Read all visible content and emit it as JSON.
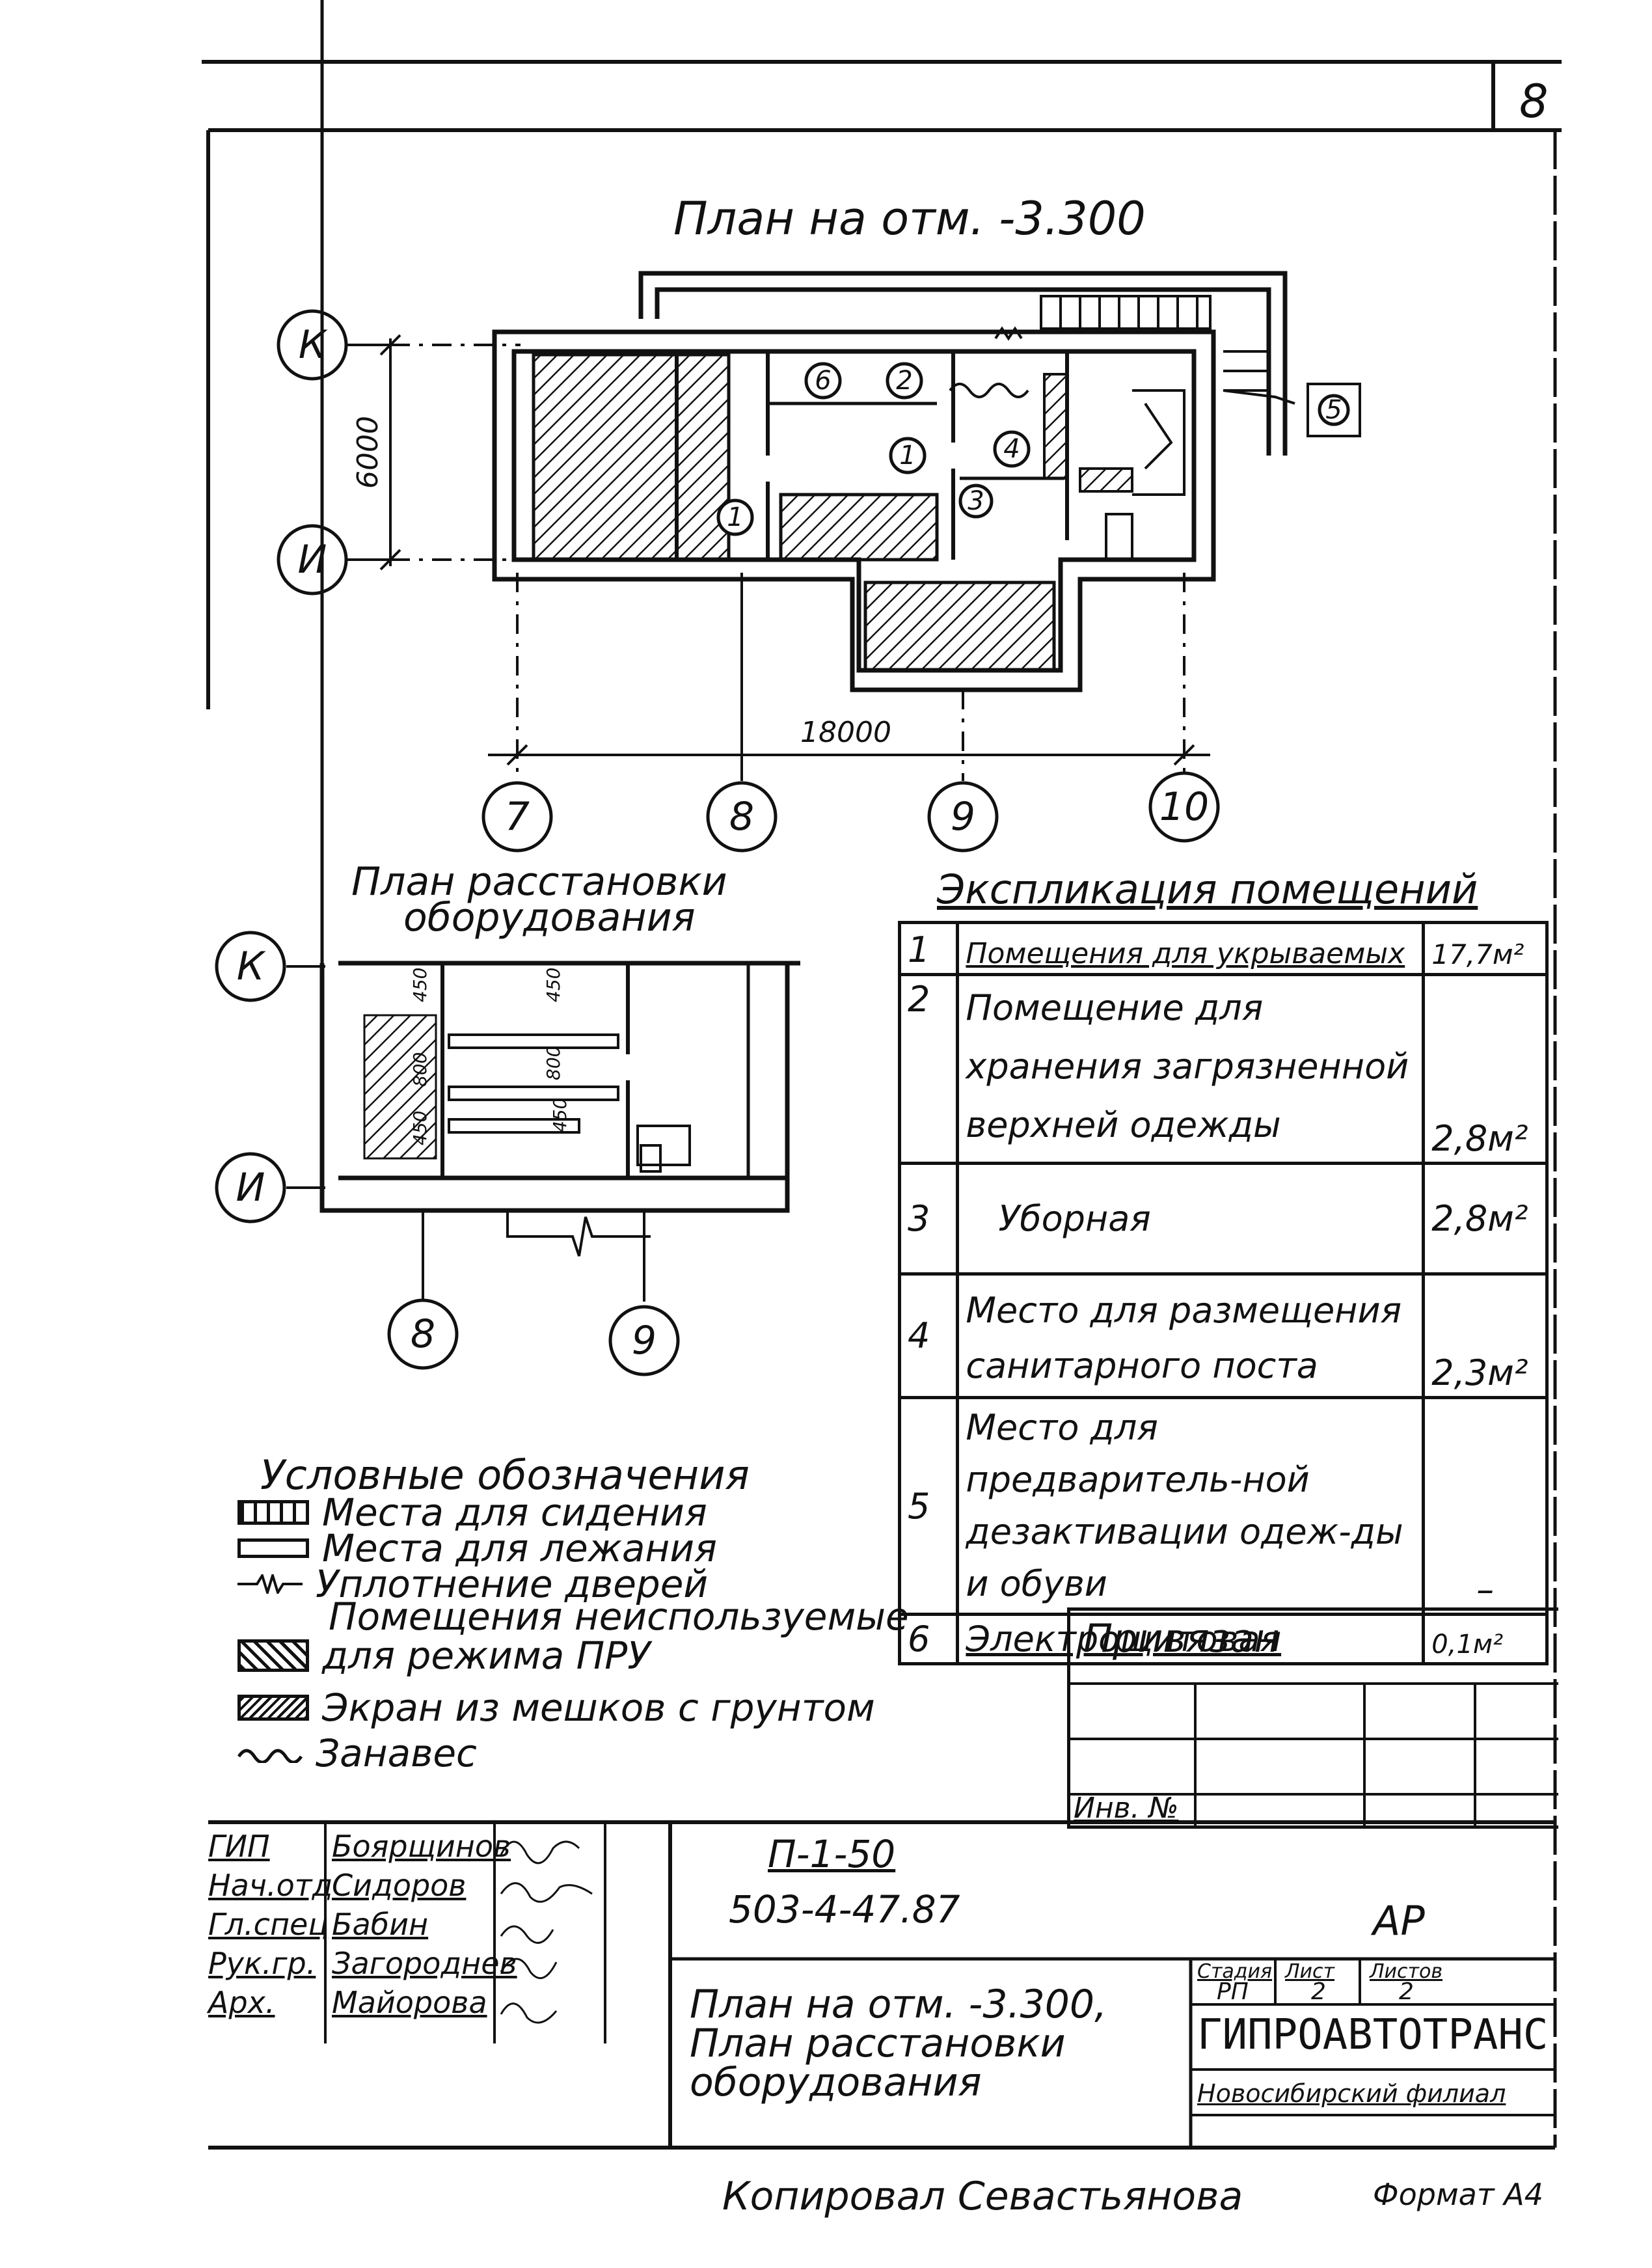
{
  "sheet": {
    "page_number": "8",
    "copied_by": "Копировал Севастьянова",
    "format": "Формат А4"
  },
  "plan": {
    "title": "План на отм. -3.300",
    "dimension_vertical": "6000",
    "dimension_horizontal": "18000",
    "axis_rows": [
      "К",
      "И"
    ],
    "axis_columns": [
      "7",
      "8",
      "9",
      "10"
    ],
    "room_numbers": [
      "6",
      "2",
      "1",
      "4",
      "3",
      "1",
      "5"
    ]
  },
  "equipment_plan": {
    "title_line1": "План расстановки",
    "title_line2": "оборудования",
    "axis_rows": [
      "К",
      "И"
    ],
    "axis_columns": [
      "8",
      "9"
    ],
    "dims": [
      "450",
      "450",
      "800",
      "450",
      "450",
      "800"
    ]
  },
  "explication": {
    "title": "Экспликация помещений",
    "rows": [
      {
        "no": "1",
        "name": "Помещения для укрываемых",
        "area": "17,7м²"
      },
      {
        "no": "2",
        "name": "Помещение для хранения загрязненной верхней одежды",
        "area": "2,8м²"
      },
      {
        "no": "3",
        "name": "Уборная",
        "area": "2,8м²"
      },
      {
        "no": "4",
        "name": "Место для размещения санитарного поста",
        "area": "2,3м²"
      },
      {
        "no": "5",
        "name": "Место для предваритель-ной дезактивации одеж-ды и обуви",
        "area": "–"
      },
      {
        "no": "6",
        "name": "Электрощитовая",
        "area": "0,1м²"
      }
    ]
  },
  "legend": {
    "title": "Условные обозначения",
    "items": [
      {
        "symbol": "seating-symbol",
        "label": "Места для сидения"
      },
      {
        "symbol": "lying-symbol",
        "label": "Места для лежания"
      },
      {
        "symbol": "door-seal-symbol",
        "label": "Уплотнение дверей"
      },
      {
        "symbol": "none",
        "label": "Помещения неиспользуемые"
      },
      {
        "symbol": "hatch-symbol",
        "label": "для режима ПРУ"
      },
      {
        "symbol": "sandbag-symbol",
        "label": "Экран из мешков с грунтом"
      },
      {
        "symbol": "curtain-symbol",
        "label": "Занавес"
      }
    ]
  },
  "binding": {
    "label": "Привязан",
    "inv_label": "Инв. №"
  },
  "title_block": {
    "staff": [
      {
        "role": "ГИП",
        "name": "Боярщинов"
      },
      {
        "role": "Нач.отд",
        "name": "Сидоров"
      },
      {
        "role": "Гл.спец",
        "name": "Бабин"
      },
      {
        "role": "Рук.гр.",
        "name": "Загороднев"
      },
      {
        "role": "Арх.",
        "name": "Майорова"
      }
    ],
    "code_line1": "П-1-50",
    "code_line2": "503-4-47.87",
    "section": "АР",
    "drawing_title": "План на отм. -3.300, План расстановки оборудования",
    "stage_header": "Стадия",
    "sheet_header": "Лист",
    "sheets_header": "Листов",
    "stage": "РП",
    "sheet_no": "2",
    "sheets_total": "2",
    "organization": "ГИПРОАВТОТРАНС",
    "branch": "Новосибирский филиал"
  }
}
